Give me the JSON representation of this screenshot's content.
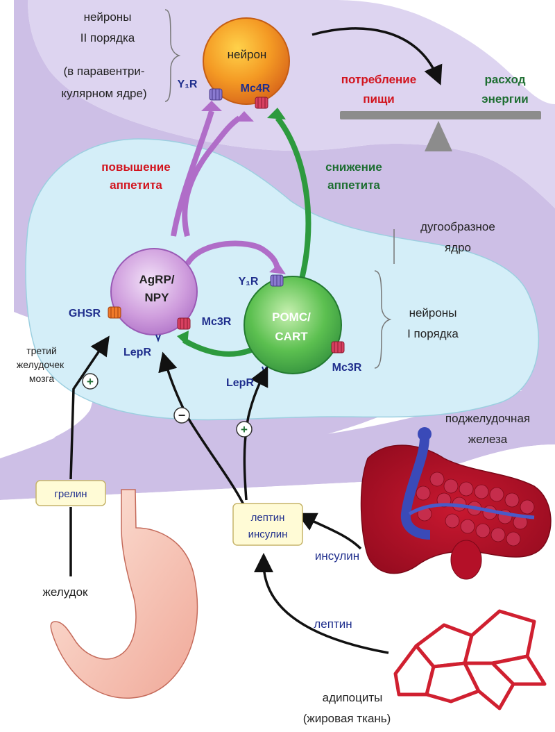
{
  "labels": {
    "second_order_line1": "нейроны",
    "second_order_line2": "II порядка",
    "paraventricular_line1": "(в паравентри-",
    "paraventricular_line2": "кулярном ядре)",
    "neuron": "нейрон",
    "y1r_top": "Y₁R",
    "mc4r": "Mc4R",
    "food_intake_line1": "потребление",
    "food_intake_line2": "пищи",
    "energy_exp_line1": "расход",
    "energy_exp_line2": "энергии",
    "increase_line1": "повышение",
    "increase_line2": "аппетита",
    "decrease_line1": "снижение",
    "decrease_line2": "аппетита",
    "arcuate_line1": "дугообразное",
    "arcuate_line2": "ядро",
    "agrp_line1": "AgRP/",
    "agrp_line2": "NPY",
    "y1r_mid": "Y₁R",
    "ghsr": "GHSR",
    "mc3r_mid": "Mc3R",
    "pomc_line1": "POMC/",
    "pomc_line2": "CART",
    "first_order_line1": "нейроны",
    "first_order_line2": "I порядка",
    "mc3r_right": "Mc3R",
    "lepr_left": "LepR",
    "lepr_right": "LepR",
    "third_vent_line1": "третий",
    "third_vent_line2": "желудочек",
    "third_vent_line3": "мозга",
    "plus1": "+",
    "minus": "−",
    "plus2": "+",
    "pancreas_line1": "поджелудочная",
    "pancreas_line2": "железа",
    "ghrelin": "грелин",
    "leptin_insulin_line1": "лептин",
    "leptin_insulin_line2": "инсулин",
    "insulin": "инсулин",
    "stomach": "желудок",
    "leptin": "лептин",
    "adipo_line1": "адипоциты",
    "adipo_line2": "(жировая ткань)"
  },
  "colors": {
    "red_text": "#d2141e",
    "green_text": "#1e6e32",
    "blue_text": "#1e2d8c",
    "black_text": "#222222",
    "orange_neuron": "#f08a1c",
    "agrp_neuron": "#c890d8",
    "pomc_neuron": "#3ea84a",
    "purple_region": "#cdbfe6",
    "cyan_region": "#d4eef8",
    "balance_gray": "#8c8c8c",
    "pancreas": "#b0102a",
    "adipose": "#d02030",
    "box_fill": "#fffbd6"
  }
}
